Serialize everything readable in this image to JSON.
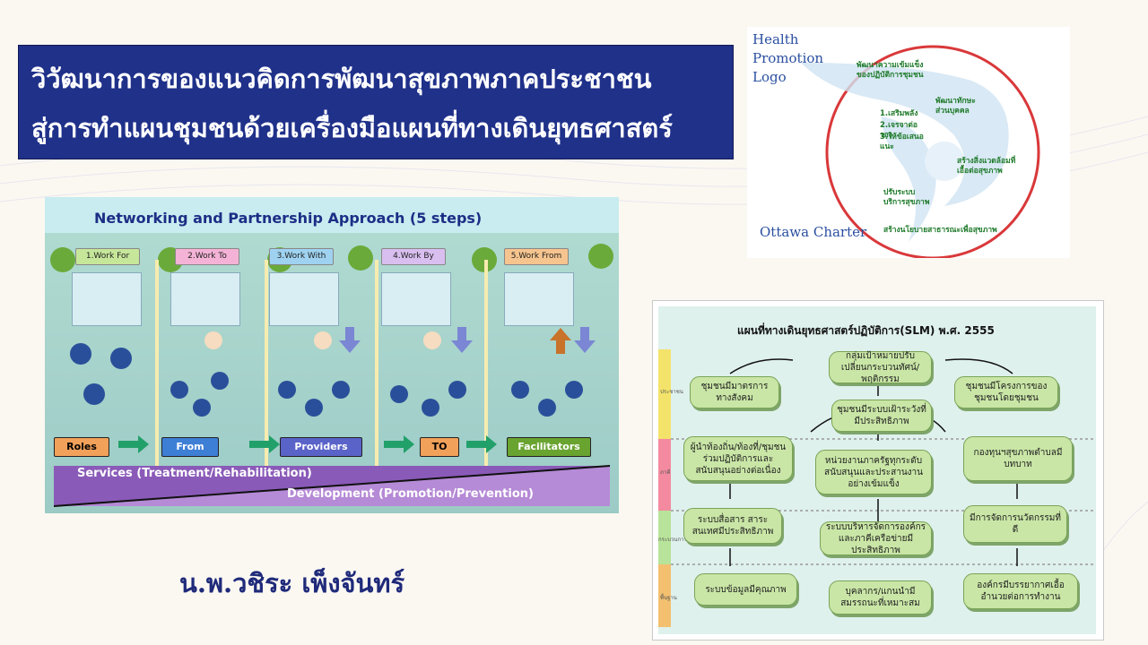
{
  "slide": {
    "title_line1": "วิวัฒนาการของแนวคิดการพัฒนาสุขภาพภาคประชาชน",
    "title_line2": "สู่การทำแผนชุมชนด้วยเครื่องมือแผนที่ทางเดินยุทธศาสตร์",
    "author": "น.พ.วชิระ เพ็งจันทร์"
  },
  "health_logo": {
    "label": "Health Promotion Logo",
    "label_lines": [
      "Health",
      "Promotion",
      "Logo"
    ],
    "footer": "Ottawa Charter",
    "items": [
      "พัฒนาความเข้มแข็งของปฏิบัติการชุมชน",
      "พัฒนาทักษะส่วนบุคคล",
      "1.เสริมพลัง",
      "2.เจรจาต่อรอง",
      "3.ให้ข้อเสนอแนะ",
      "สร้างสิ่งแวดล้อมที่เอื้อต่อสุขภาพ",
      "ปรับระบบบริการสุขภาพ",
      "สร้างนโยบายสาธารณะเพื่อสุขภาพ"
    ]
  },
  "networking": {
    "title": "Networking and Partnership Approach  (5 steps)",
    "steps": [
      "1.Work For",
      "2.Work To",
      "3.Work With",
      "4.Work By",
      "5.Work From"
    ],
    "stages": [
      "Roles",
      "From",
      "Providers",
      "TO",
      "Facilitators"
    ],
    "services": "Services (Treatment/Rehabilitation)",
    "development": "Development (Promotion/Prevention)",
    "colors": {
      "tab1": "#c6e69a",
      "tab2": "#f4b3d6",
      "tab3": "#9ed2f0",
      "tab4": "#d9bff0",
      "tab5": "#f6c48e"
    }
  },
  "slm": {
    "title": "แผนที่ทางเดินยุทธศาสตร์ปฏิบัติการ(SLM) พ.ศ. 2555",
    "bands": [
      "ประชาชน",
      "ภาคี",
      "กระบวนการ",
      "พื้นฐาน"
    ],
    "boxes": [
      "กลุ่มเป้าหมายปรับเปลี่ยนกระบวนทัศน์/พฤติกรรม",
      "ชุมชนมีมาตรการทางสังคม",
      "ชุมชนมีระบบเฝ้าระวังที่มีประสิทธิภาพ",
      "ชุมชนมีโครงการของชุมชนโดยชุมชน",
      "ผู้นำท้องถิ่น/ท้องที่/ชุมชนร่วมปฏิบัติการและสนับสนุนอย่างต่อเนื่อง",
      "หน่วยงานภาครัฐทุกระดับสนับสนุนและประสานงานอย่างเข้มแข็ง",
      "กองทุนฯสุขภาพตำบลมีบทบาท",
      "ระบบสื่อสาร สาระสนเทศมีประสิทธิภาพ",
      "ระบบบริหารจัดการองค์กรและภาคีเครือข่ายมีประสิทธิภาพ",
      "มีการจัดการนวัตกรรมที่ดี",
      "ระบบข้อมูลมีคุณภาพ",
      "บุคลากร/แกนนำมีสมรรถนะที่เหมาะสม",
      "องค์กรมีบรรยากาศเอื้ออำนวยต่อการทำงาน"
    ]
  }
}
